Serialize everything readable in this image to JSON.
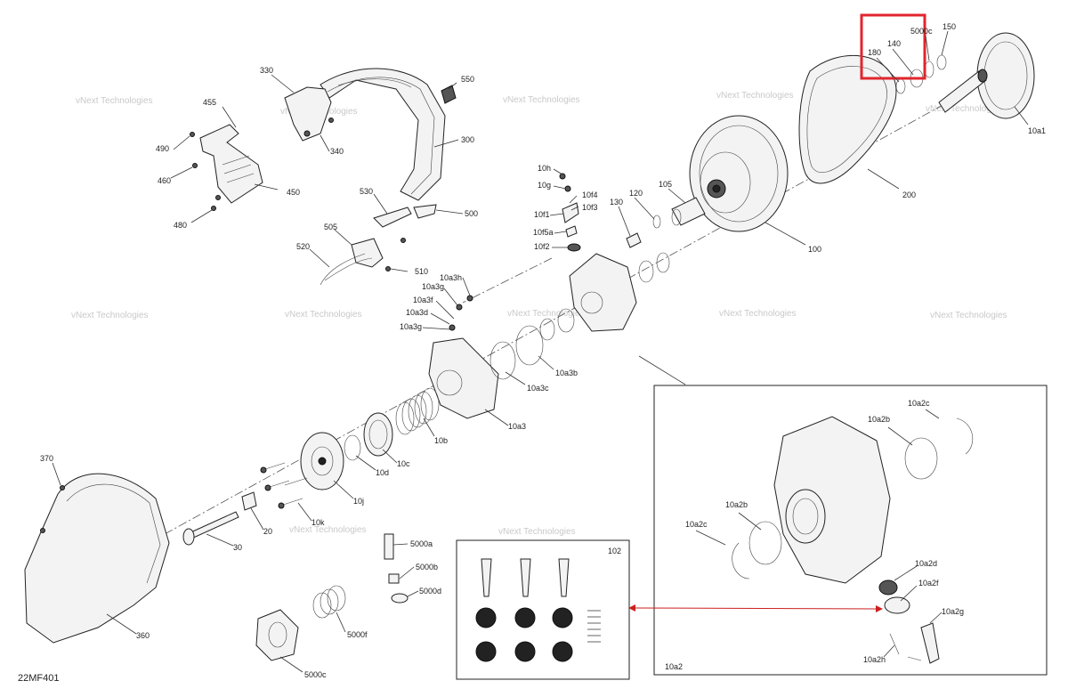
{
  "doc_id": "22MF401",
  "watermark": "vNext Technologies",
  "callouts": {
    "c330": "330",
    "c550": "550",
    "c455": "455",
    "c490": "490",
    "c460": "460",
    "c340": "340",
    "c300": "300",
    "c450": "450",
    "c480": "480",
    "c530": "530",
    "c500": "500",
    "c505": "505",
    "c520": "520",
    "c510": "510",
    "c180": "180",
    "c140": "140",
    "c5000c_top": "5000c",
    "c150": "150",
    "c10a1": "10a1",
    "c200": "200",
    "c100": "100",
    "c105": "105",
    "c120": "120",
    "c130": "130",
    "c10h": "10h",
    "c10g": "10g",
    "c10f4": "10f4",
    "c10f3": "10f3",
    "c10f1": "10f1",
    "c10f5a": "10f5a",
    "c10f2": "10f2",
    "c10a3h": "10a3h",
    "c10a3g_a": "10a3g",
    "c10a3f": "10a3f",
    "c10a3d": "10a3d",
    "c10a3g_b": "10a3g",
    "c10a3b": "10a3b",
    "c10a3c": "10a3c",
    "c10a3": "10a3",
    "c10b": "10b",
    "c10c": "10c",
    "c10d": "10d",
    "c10j": "10j",
    "c10k": "10k",
    "c370": "370",
    "c20": "20",
    "c30": "30",
    "c360": "360",
    "c5000a": "5000a",
    "c5000b": "5000b",
    "c5000d": "5000d",
    "c5000f": "5000f",
    "c5000c_bot": "5000c",
    "c102": "102",
    "c10a2c_top": "10a2c",
    "c10a2b_top": "10a2b",
    "c10a2b_left": "10a2b",
    "c10a2c_left": "10a2c",
    "c10a2d": "10a2d",
    "c10a2f": "10a2f",
    "c10a2g": "10a2g",
    "c10a2h": "10a2h",
    "c10a2": "10a2"
  },
  "colors": {
    "highlight": "#e0262e",
    "arrow": "#cc1f1f",
    "line": "#333333"
  }
}
